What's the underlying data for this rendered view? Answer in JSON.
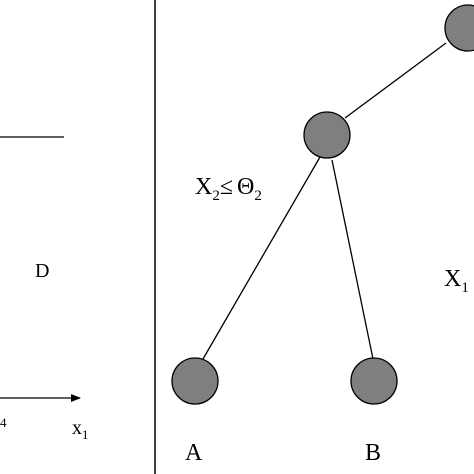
{
  "colors": {
    "node_fill": "#7f7f7f",
    "line": "#000000",
    "background": "#ffffff"
  },
  "left_panel": {
    "region_label": "D",
    "axis_label_base": "x",
    "axis_label_sub": "1",
    "cut_label_sub": "4"
  },
  "right_panel": {
    "condition_left": {
      "var": "X",
      "var_sub": "2",
      "op": "≤",
      "threshold": "Θ",
      "threshold_sub": "2"
    },
    "condition_right": {
      "var": "X",
      "var_sub": "1"
    },
    "leaves": {
      "a": "A",
      "b": "B"
    }
  }
}
